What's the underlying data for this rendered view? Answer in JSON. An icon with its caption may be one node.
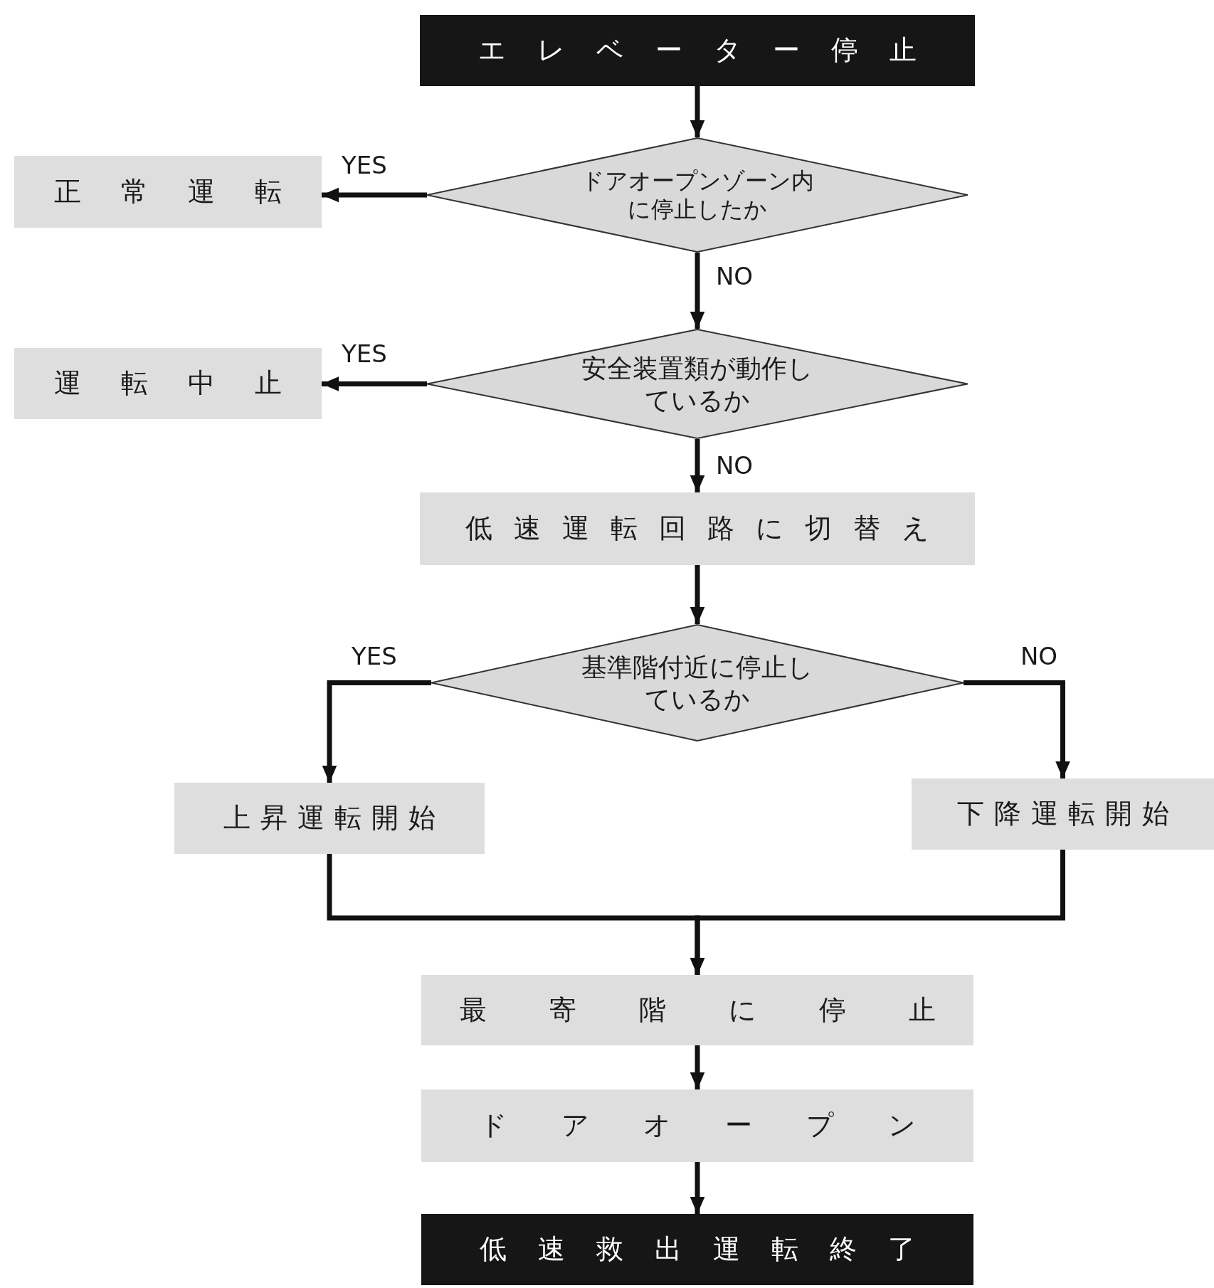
{
  "diagram": {
    "nodes": [
      {
        "text": [
          "エレベーター停止"
        ]
      },
      {
        "text": [
          "ドアオープンゾーン内に停止したか"
        ]
      },
      {
        "text": [
          "正常運転"
        ]
      },
      {
        "text": [
          "安全装置類が動作しているか"
        ]
      },
      {
        "text": [
          "運転中止"
        ]
      },
      {
        "text": [
          "低速運転回路に切替え"
        ]
      },
      {
        "text": [
          "基準階付近に停止しているか"
        ]
      },
      {
        "text": [
          "上昇運転開始"
        ]
      },
      {
        "text": [
          "下降運転開始"
        ]
      },
      {
        "text": [
          "最寄階に停止"
        ]
      },
      {
        "text": [
          "ドアオープン"
        ]
      },
      {
        "text": [
          "低速救出運転終了"
        ]
      }
    ],
    "edges": [
      {
        "from": 0,
        "to": 1,
        "arrow": "to"
      },
      {
        "from": 1,
        "to": 2,
        "arrow": "to",
        "label": "YES"
      },
      {
        "from": 1,
        "to": 3,
        "arrow": "to",
        "label": "NO"
      },
      {
        "from": 3,
        "to": 4,
        "arrow": "to",
        "label": "YES"
      },
      {
        "from": 3,
        "to": 5,
        "arrow": "to",
        "label": "NO"
      },
      {
        "from": 5,
        "to": 6,
        "arrow": "to"
      },
      {
        "from": 6,
        "to": 7,
        "arrow": "to",
        "label": "YES"
      },
      {
        "from": 6,
        "to": 8,
        "arrow": "to",
        "label": "NO"
      },
      {
        "from": 7,
        "to": 9,
        "arrow": "to"
      },
      {
        "from": 8,
        "to": 9,
        "arrow": "to"
      },
      {
        "from": 9,
        "to": 10,
        "arrow": "to"
      },
      {
        "from": 10,
        "to": 11,
        "arrow": "to"
      }
    ]
  }
}
